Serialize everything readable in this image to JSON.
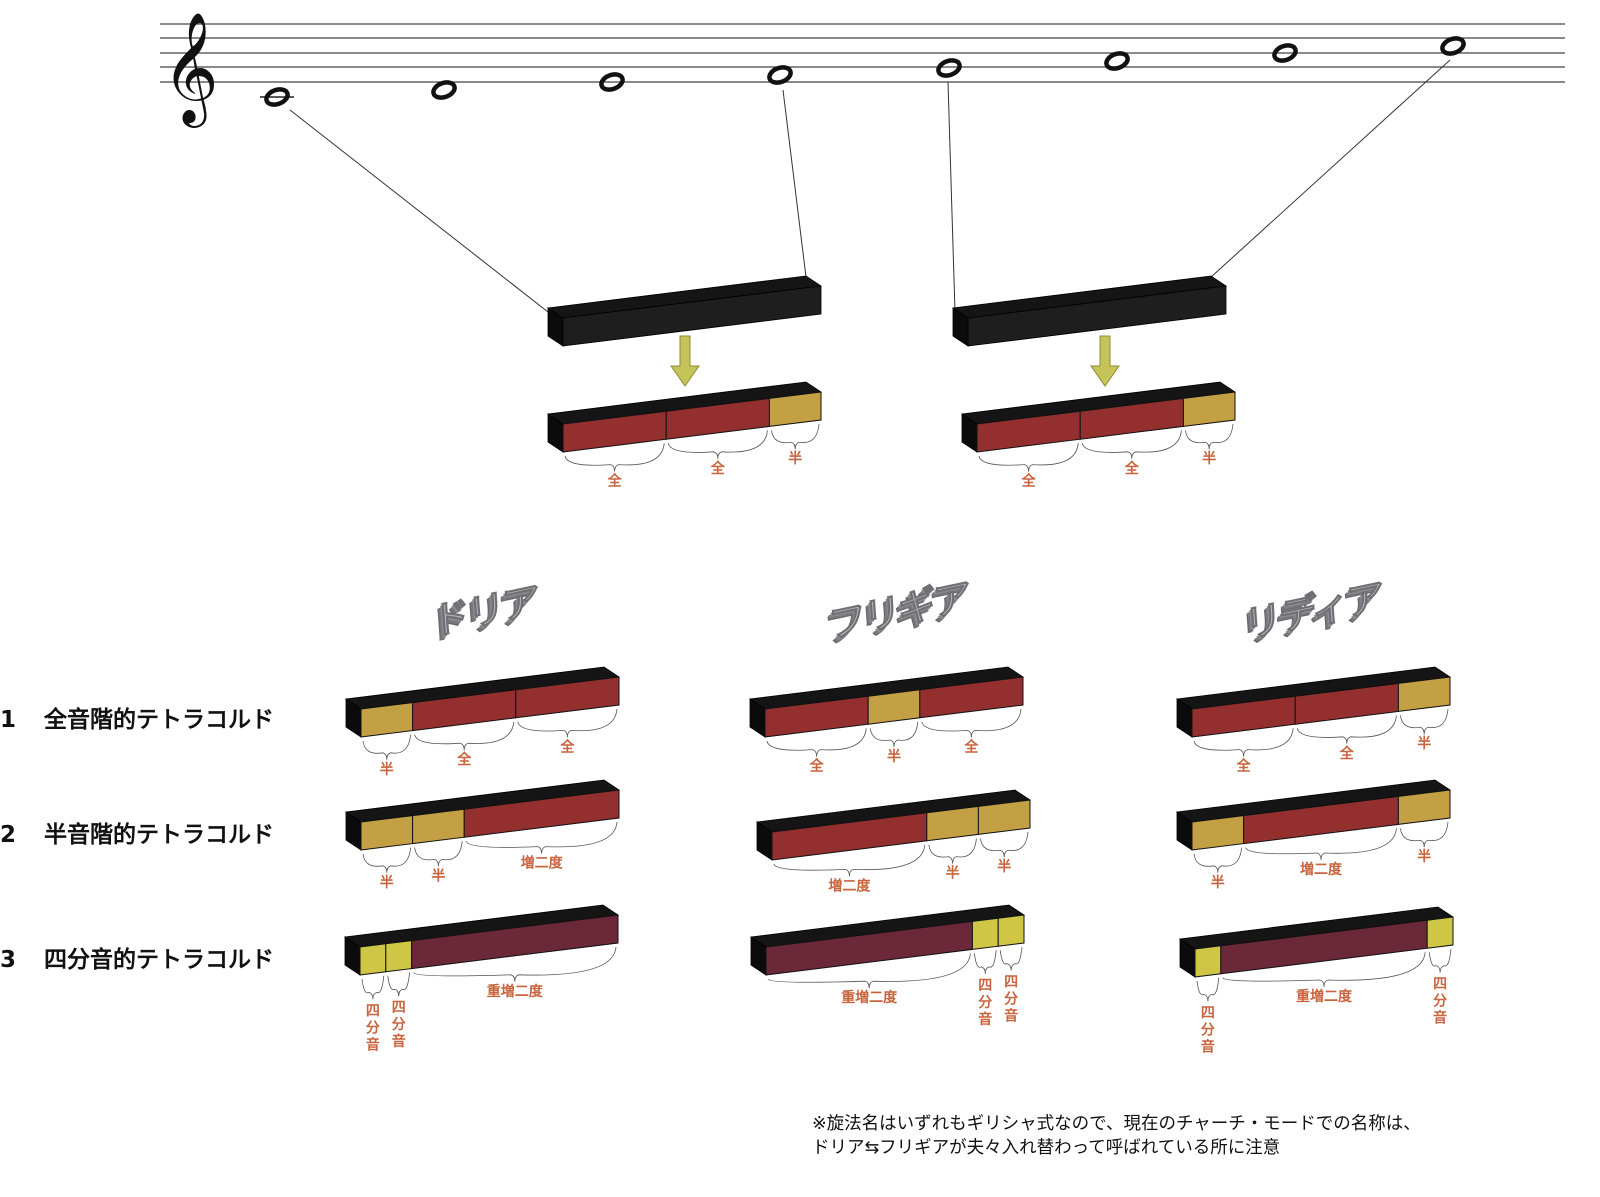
{
  "colors": {
    "whole": "#93302f",
    "half": "#c2a043",
    "aug2": "#93302f",
    "quarter": "#cfc646",
    "double_aug2": "#6a2838",
    "bar_dark": "#151515",
    "label": "#c8643e",
    "arrow": "#c4c45a"
  },
  "intervals": {
    "whole": "全",
    "half": "半",
    "aug2": "増二度",
    "quarter": "四分音",
    "double_aug2": "重増二度"
  },
  "top_tetrachords": [
    [
      "whole",
      "whole",
      "half"
    ],
    [
      "whole",
      "whole",
      "half"
    ]
  ],
  "modes": [
    {
      "title": "ドリア"
    },
    {
      "title": "フリギア"
    },
    {
      "title": "リディア"
    }
  ],
  "rows": [
    {
      "number": "1",
      "label": "全音階的テトラコルド",
      "tetrachords": [
        [
          "half",
          "whole",
          "whole"
        ],
        [
          "whole",
          "half",
          "whole"
        ],
        [
          "whole",
          "whole",
          "half"
        ]
      ]
    },
    {
      "number": "2",
      "label": "半音階的テトラコルド",
      "tetrachords": [
        [
          "half",
          "half",
          "aug2"
        ],
        [
          "aug2",
          "half",
          "half"
        ],
        [
          "half",
          "aug2",
          "half"
        ]
      ]
    },
    {
      "number": "3",
      "label": "四分音的テトラコルド",
      "tetrachords": [
        [
          "quarter",
          "quarter",
          "double_aug2"
        ],
        [
          "double_aug2",
          "quarter",
          "quarter"
        ],
        [
          "quarter",
          "double_aug2",
          "quarter"
        ]
      ]
    }
  ],
  "footnote": {
    "line1": "※旋法名はいずれもギリシャ式なので、現在のチャーチ・モードでの名称は、",
    "line2": "ドリア⇆フリギアが夫々入れ替わって呼ばれている所に注意"
  }
}
